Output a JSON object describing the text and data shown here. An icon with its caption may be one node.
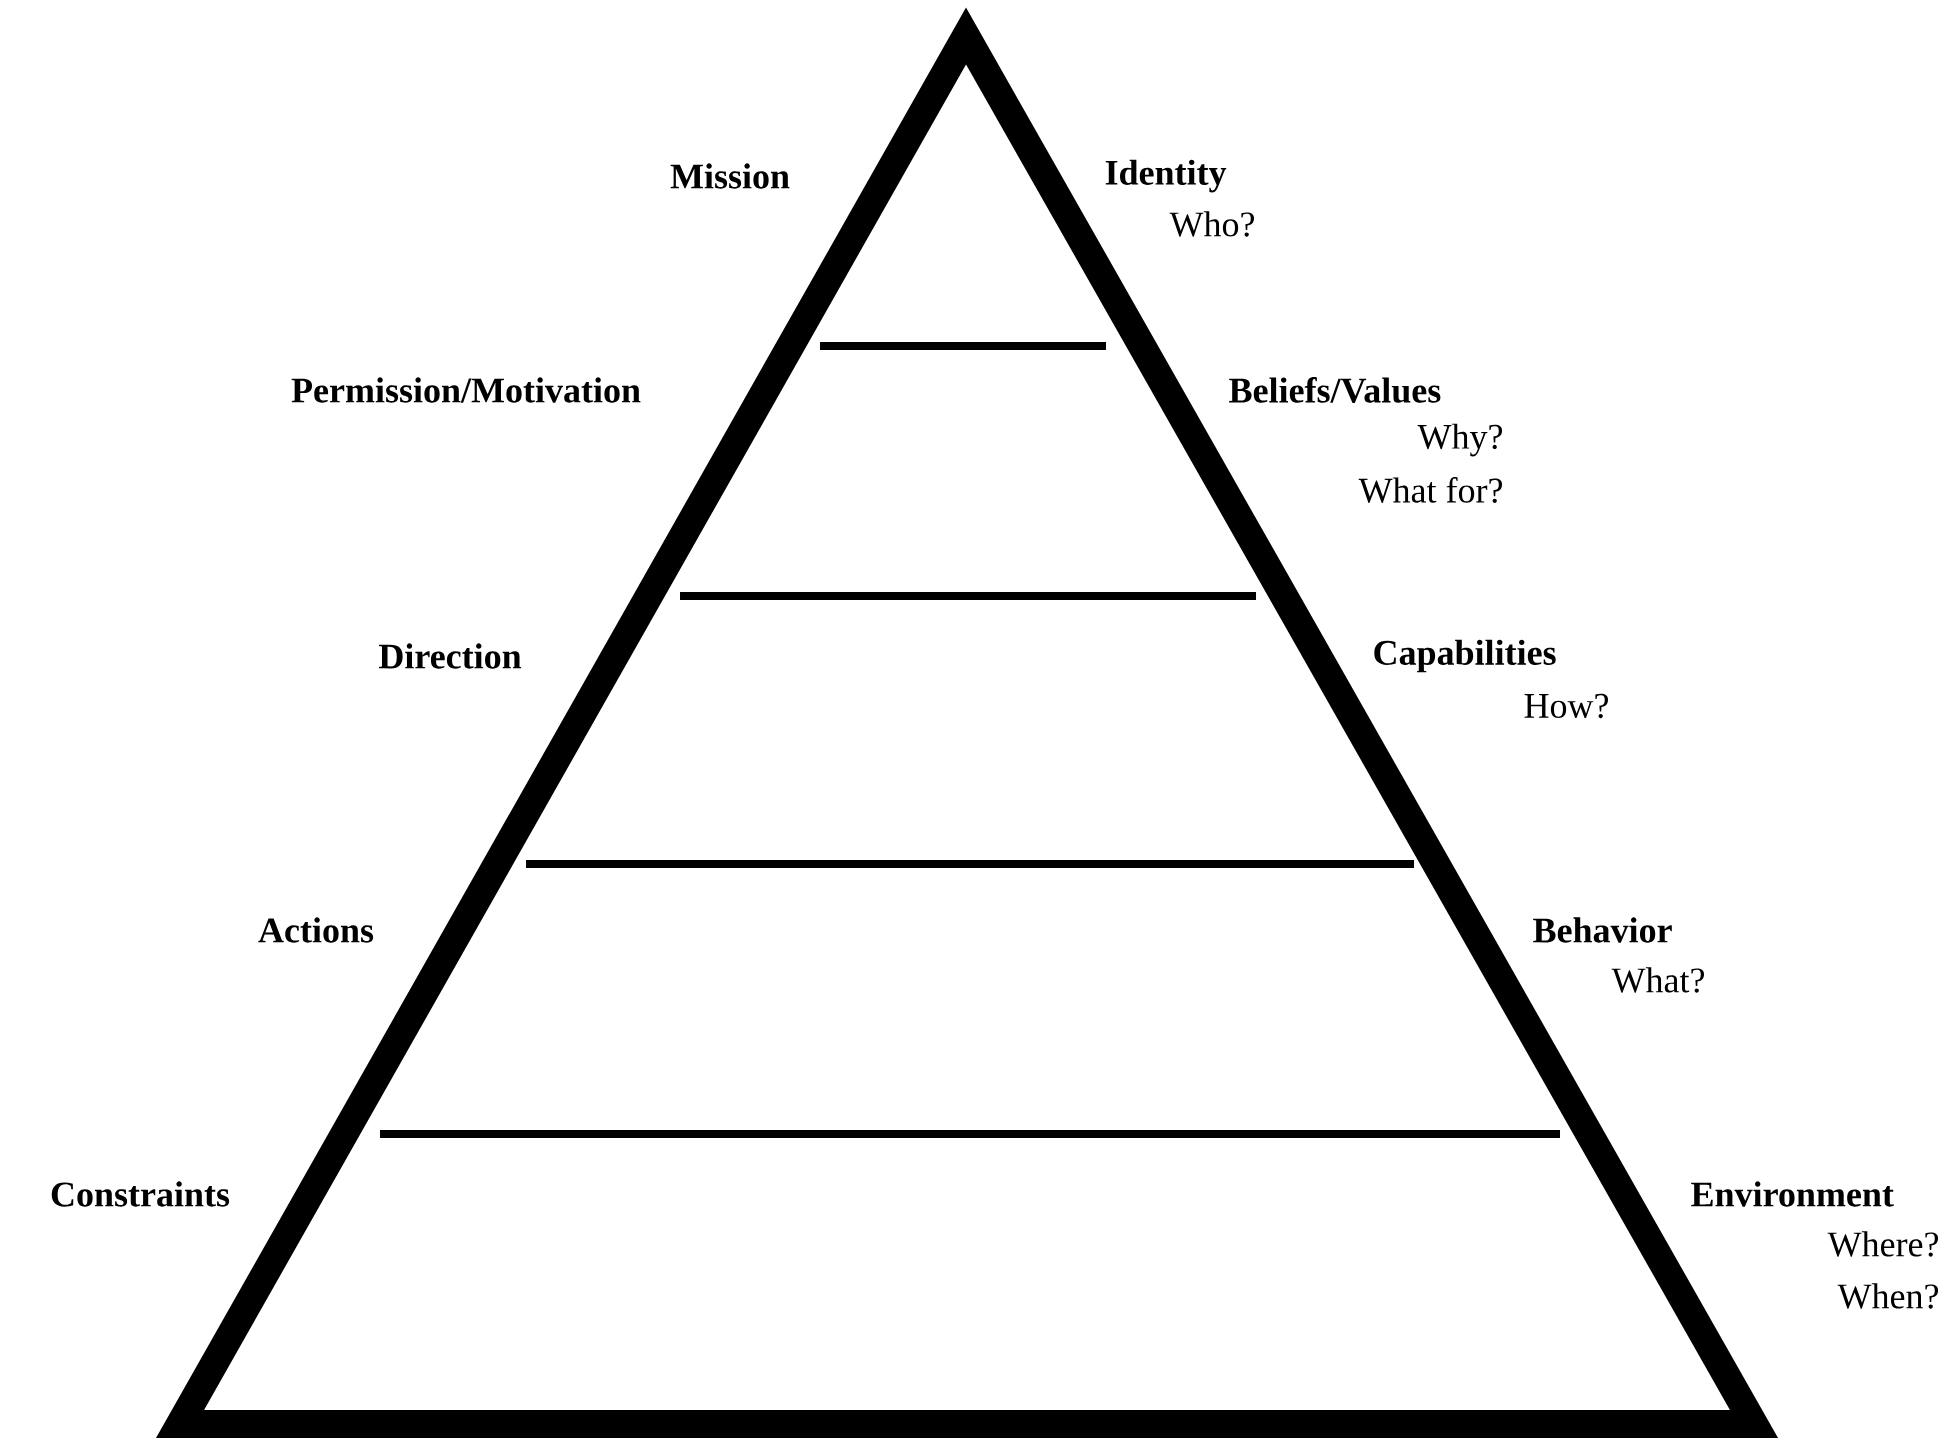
{
  "diagram": {
    "labels": [
      "Mission",
      "Identity",
      "Who?",
      "Permission/Motivation",
      "Beliefs/Values",
      "Why?",
      "What for?",
      "Direction",
      "Capabilities",
      "How?",
      "Actions",
      "Behavior",
      "What?",
      "Constraints",
      "Environment",
      "Where?",
      "When?"
    ]
  }
}
